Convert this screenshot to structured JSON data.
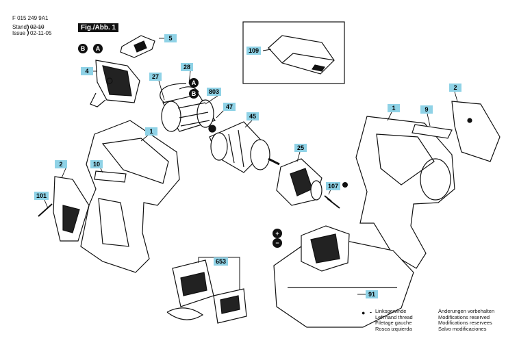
{
  "header": {
    "doc_number": "F 015 249 9A1",
    "stand_label": "Stand",
    "issue_label": "Issue",
    "old_date_struck": "02-10",
    "date": "02-11-05",
    "figure_label": "Fig./Abb. 1"
  },
  "part_labels": [
    "5",
    "4",
    "27",
    "28",
    "803",
    "47",
    "45",
    "1",
    "2",
    "10",
    "101",
    "25",
    "107",
    "109",
    "1",
    "9",
    "2",
    "653",
    "91"
  ],
  "connectors": [
    "A",
    "B",
    "A",
    "B"
  ],
  "legend": {
    "symbol": "●",
    "dash": "-",
    "left_thread": [
      "Linksgewinde",
      "Left hand thread",
      "Filetage gauche",
      "Rosca izquierda"
    ],
    "modifications": [
      "Änderungen vorbehalten",
      "Modifications reserved",
      "Modifications reservees",
      "Salvo modificaciones"
    ]
  },
  "colors": {
    "label_fill": "#8fd2e6",
    "line": "#111111",
    "part_fill": "#ffffff"
  }
}
